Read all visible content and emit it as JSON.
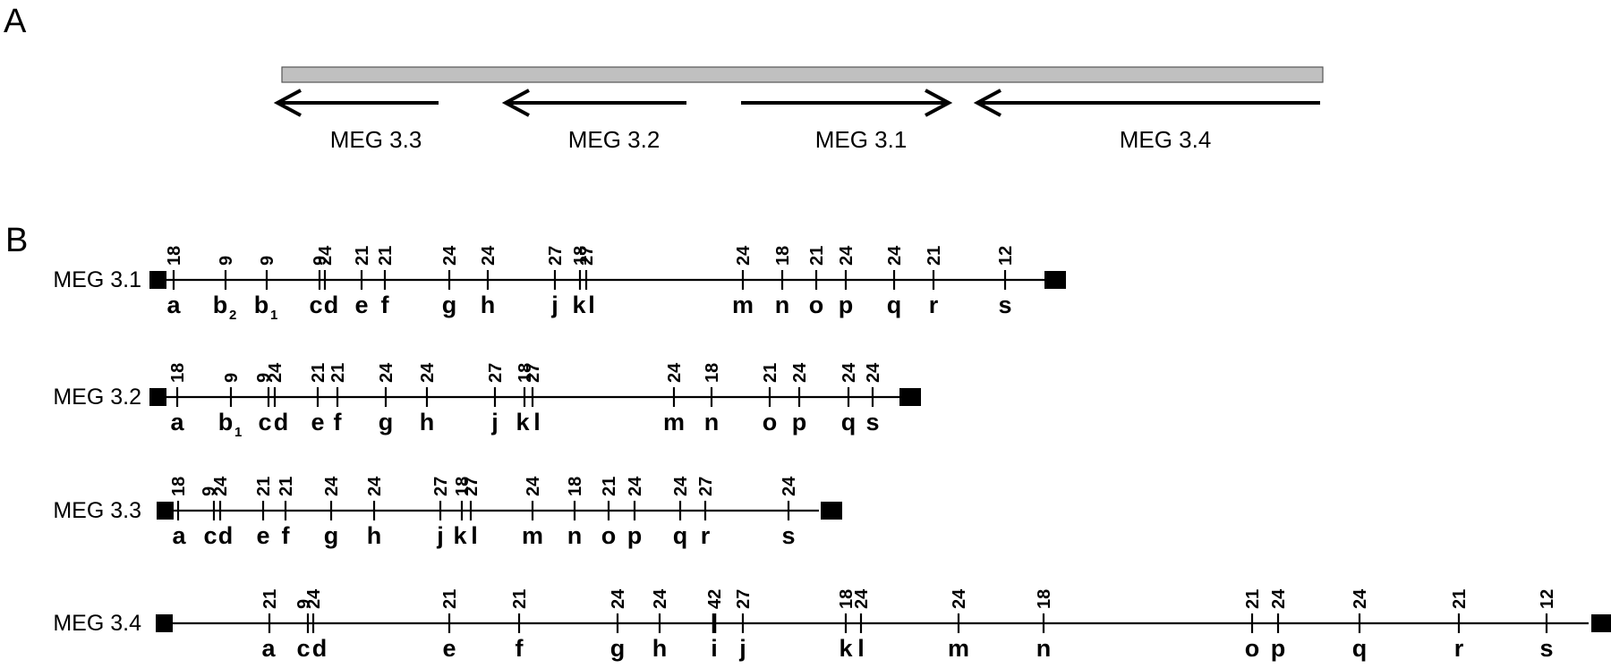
{
  "panel_a": {
    "letter": "A",
    "genes": [
      {
        "name": "MEG 3.3",
        "direction": "left"
      },
      {
        "name": "MEG 3.2",
        "direction": "left"
      },
      {
        "name": "MEG 3.1",
        "direction": "right"
      },
      {
        "name": "MEG 3.4",
        "direction": "left"
      }
    ]
  },
  "panel_b": {
    "letter": "B",
    "rows": [
      {
        "name": "MEG 3.1",
        "exons": [
          {
            "letter": "a",
            "sub": "",
            "len": "18"
          },
          {
            "letter": "b",
            "sub": "2",
            "len": "9"
          },
          {
            "letter": "b",
            "sub": "1",
            "len": "9"
          },
          {
            "letter": "c",
            "sub": "",
            "len": "9"
          },
          {
            "letter": "d",
            "sub": "",
            "len": "24"
          },
          {
            "letter": "e",
            "sub": "",
            "len": "21"
          },
          {
            "letter": "f",
            "sub": "",
            "len": "21"
          },
          {
            "letter": "g",
            "sub": "",
            "len": "24"
          },
          {
            "letter": "h",
            "sub": "",
            "len": "24"
          },
          {
            "letter": "j",
            "sub": "",
            "len": "27"
          },
          {
            "letter": "k",
            "sub": "",
            "len": "18"
          },
          {
            "letter": "l",
            "sub": "",
            "len": "27"
          },
          {
            "letter": "m",
            "sub": "",
            "len": "24"
          },
          {
            "letter": "n",
            "sub": "",
            "len": "18"
          },
          {
            "letter": "o",
            "sub": "",
            "len": "21"
          },
          {
            "letter": "p",
            "sub": "",
            "len": "24"
          },
          {
            "letter": "q",
            "sub": "",
            "len": "24"
          },
          {
            "letter": "r",
            "sub": "",
            "len": "21"
          },
          {
            "letter": "s",
            "sub": "",
            "len": "12"
          }
        ]
      },
      {
        "name": "MEG 3.2",
        "exons": [
          {
            "letter": "a",
            "sub": "",
            "len": "18"
          },
          {
            "letter": "b",
            "sub": "1",
            "len": "9"
          },
          {
            "letter": "c",
            "sub": "",
            "len": "9"
          },
          {
            "letter": "d",
            "sub": "",
            "len": "24"
          },
          {
            "letter": "e",
            "sub": "",
            "len": "21"
          },
          {
            "letter": "f",
            "sub": "",
            "len": "21"
          },
          {
            "letter": "g",
            "sub": "",
            "len": "24"
          },
          {
            "letter": "h",
            "sub": "",
            "len": "24"
          },
          {
            "letter": "j",
            "sub": "",
            "len": "27"
          },
          {
            "letter": "k",
            "sub": "",
            "len": "18"
          },
          {
            "letter": "l",
            "sub": "",
            "len": "27"
          },
          {
            "letter": "m",
            "sub": "",
            "len": "24"
          },
          {
            "letter": "n",
            "sub": "",
            "len": "18"
          },
          {
            "letter": "o",
            "sub": "",
            "len": "21"
          },
          {
            "letter": "p",
            "sub": "",
            "len": "24"
          },
          {
            "letter": "q",
            "sub": "",
            "len": "24"
          },
          {
            "letter": "s",
            "sub": "",
            "len": "24"
          }
        ]
      },
      {
        "name": "MEG 3.3",
        "exons": [
          {
            "letter": "a",
            "sub": "",
            "len": "18"
          },
          {
            "letter": "c",
            "sub": "",
            "len": "9"
          },
          {
            "letter": "d",
            "sub": "",
            "len": "24"
          },
          {
            "letter": "e",
            "sub": "",
            "len": "21"
          },
          {
            "letter": "f",
            "sub": "",
            "len": "21"
          },
          {
            "letter": "g",
            "sub": "",
            "len": "24"
          },
          {
            "letter": "h",
            "sub": "",
            "len": "24"
          },
          {
            "letter": "j",
            "sub": "",
            "len": "27"
          },
          {
            "letter": "k",
            "sub": "",
            "len": "18"
          },
          {
            "letter": "l",
            "sub": "",
            "len": "27"
          },
          {
            "letter": "m",
            "sub": "",
            "len": "24"
          },
          {
            "letter": "n",
            "sub": "",
            "len": "18"
          },
          {
            "letter": "o",
            "sub": "",
            "len": "21"
          },
          {
            "letter": "p",
            "sub": "",
            "len": "24"
          },
          {
            "letter": "q",
            "sub": "",
            "len": "24"
          },
          {
            "letter": "r",
            "sub": "",
            "len": "27"
          },
          {
            "letter": "s",
            "sub": "",
            "len": "24"
          }
        ]
      },
      {
        "name": "MEG 3.4",
        "exons": [
          {
            "letter": "a",
            "sub": "",
            "len": "21"
          },
          {
            "letter": "c",
            "sub": "",
            "len": "9"
          },
          {
            "letter": "d",
            "sub": "",
            "len": "24"
          },
          {
            "letter": "e",
            "sub": "",
            "len": "21"
          },
          {
            "letter": "f",
            "sub": "",
            "len": "21"
          },
          {
            "letter": "g",
            "sub": "",
            "len": "24"
          },
          {
            "letter": "h",
            "sub": "",
            "len": "24"
          },
          {
            "letter": "i",
            "sub": "",
            "len": "42"
          },
          {
            "letter": "j",
            "sub": "",
            "len": "27"
          },
          {
            "letter": "k",
            "sub": "",
            "len": "18"
          },
          {
            "letter": "l",
            "sub": "",
            "len": "24"
          },
          {
            "letter": "m",
            "sub": "",
            "len": "24"
          },
          {
            "letter": "n",
            "sub": "",
            "len": "18"
          },
          {
            "letter": "o",
            "sub": "",
            "len": "21"
          },
          {
            "letter": "p",
            "sub": "",
            "len": "24"
          },
          {
            "letter": "q",
            "sub": "",
            "len": "24"
          },
          {
            "letter": "r",
            "sub": "",
            "len": "21"
          },
          {
            "letter": "s",
            "sub": "",
            "len": "12"
          }
        ]
      }
    ]
  }
}
